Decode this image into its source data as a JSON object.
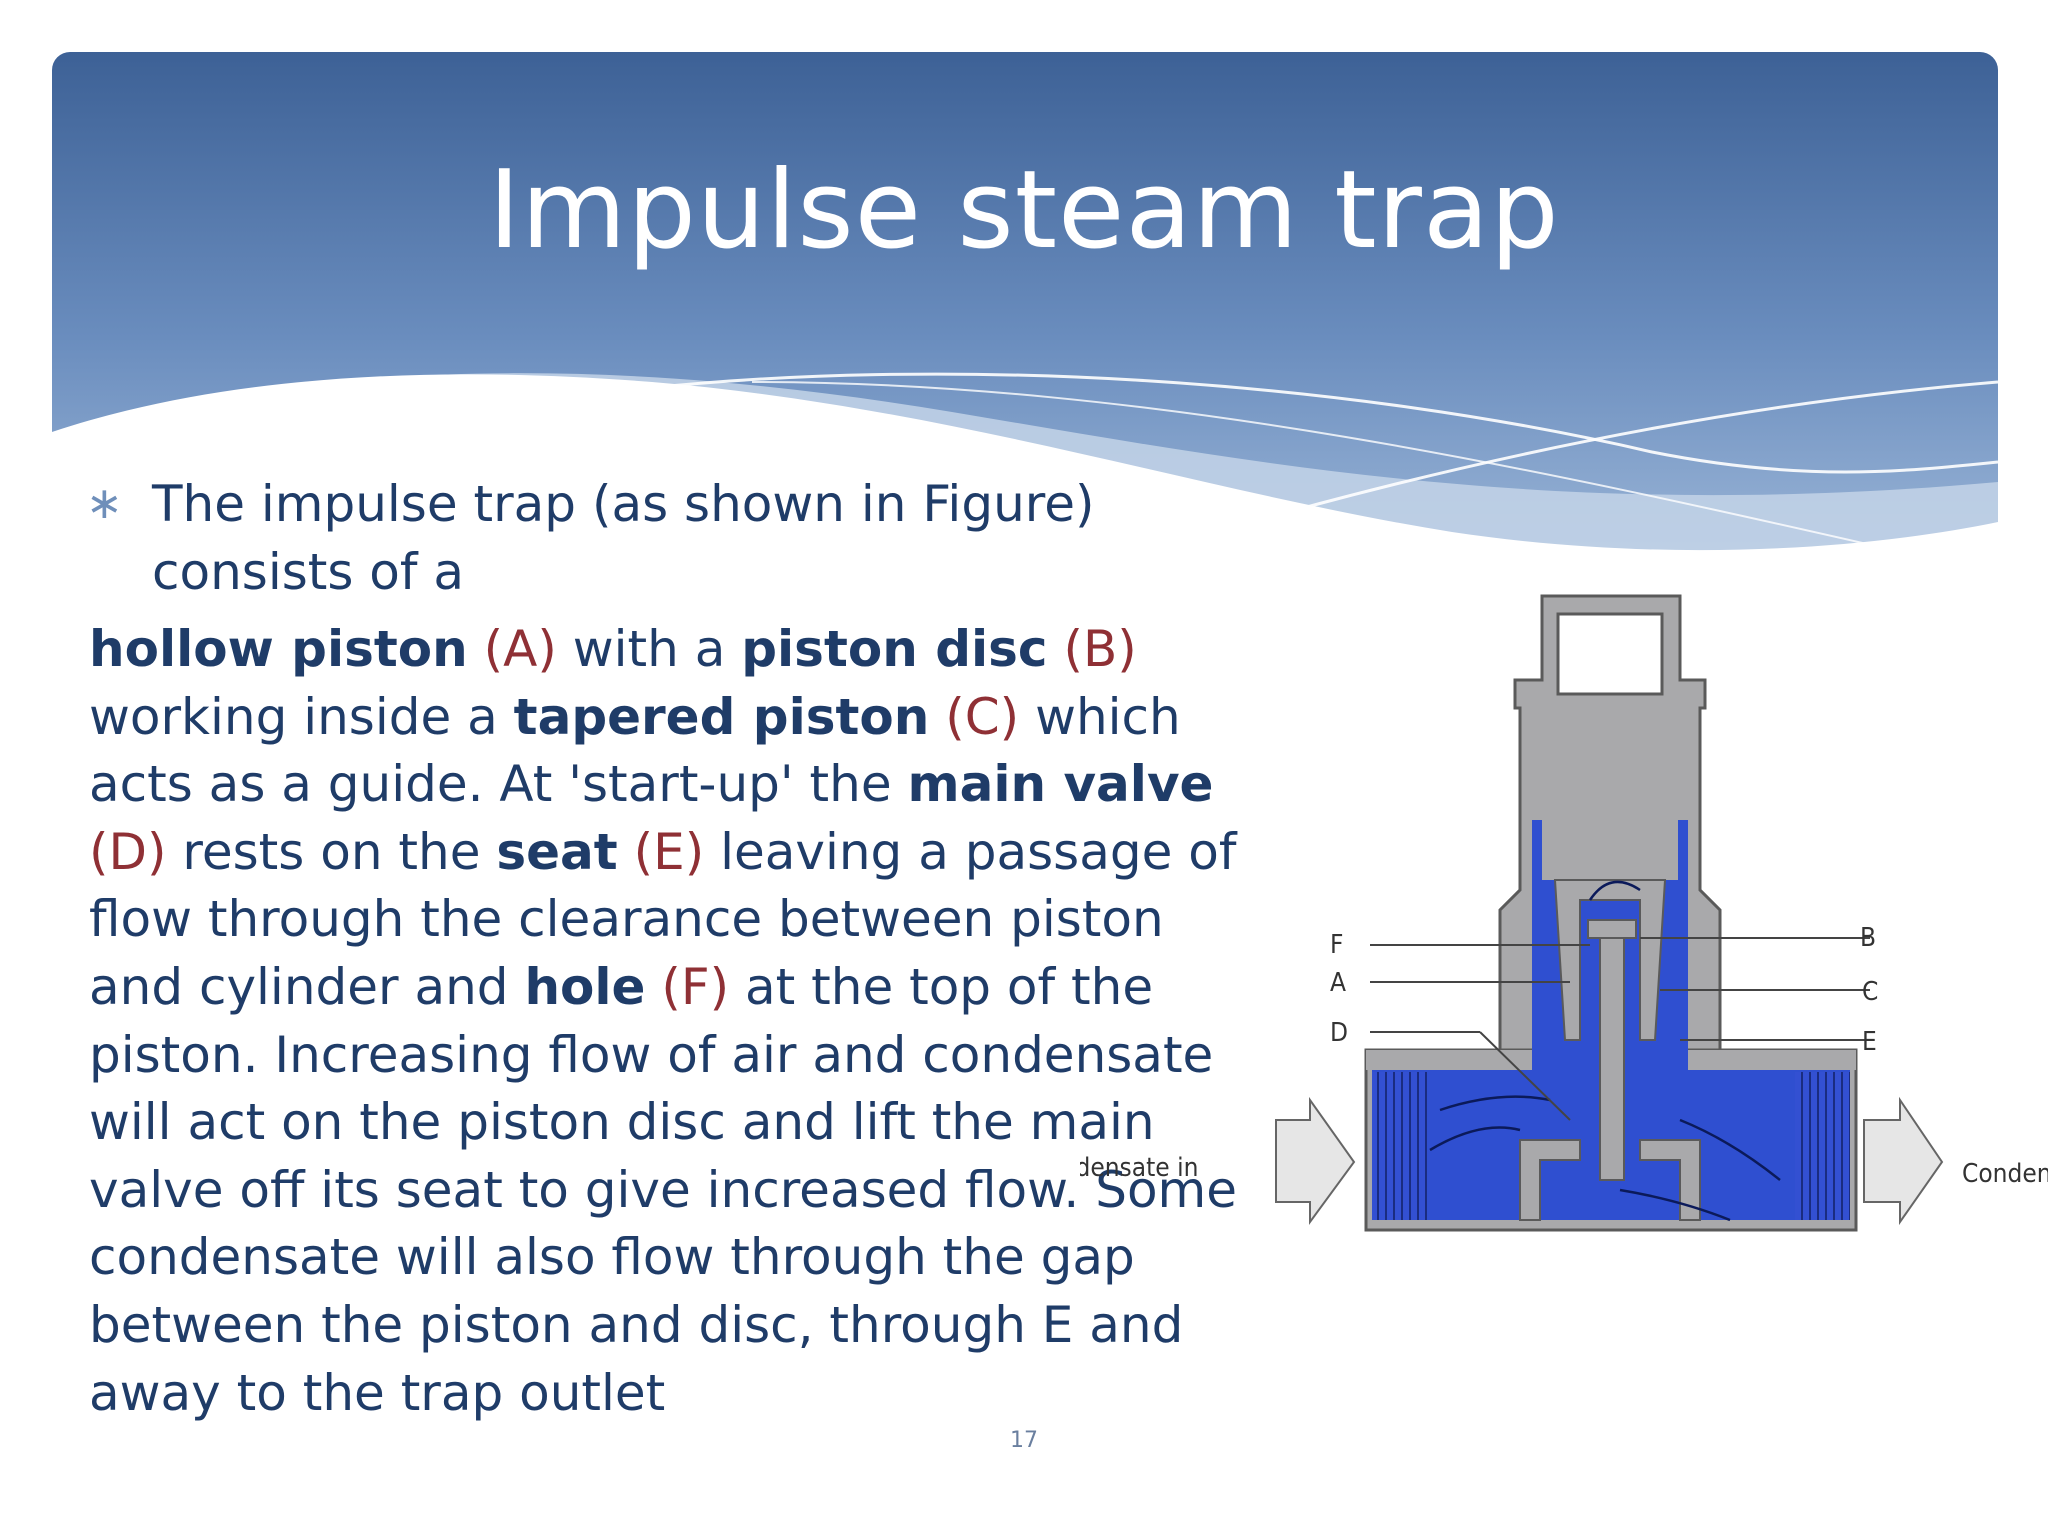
{
  "title": "Impulse steam trap",
  "bullet": {
    "mark": "∗",
    "text": "The impulse trap (as shown in Figure) consists of a"
  },
  "body": {
    "s01": "hollow piston",
    "s02": " ",
    "s03": "(A)",
    "s04": " with a ",
    "s05": "piston disc",
    "s06": " ",
    "s07": "(B)",
    "s08": " working inside a ",
    "s09": "tapered piston",
    "s10": " ",
    "s11": "(C)",
    "s12": " which acts as a guide. At 'start-up' the ",
    "s13": "main valve",
    "s14": " ",
    "s15": "(D)",
    "s16": " rests on the ",
    "s17": "seat",
    "s18": " ",
    "s19": "(E)",
    "s20": " leaving a passage of flow through the clearance between piston and cylinder and ",
    "s21": "hole",
    "s22": " ",
    "s23": "(F)",
    "s24": " at the top of the piston. Increasing flow of air and condensate will act on the piston disc and lift the main valve off its seat to give increased flow. Some condensate will also flow through the gap between the piston and disc, through E and away to the trap outlet"
  },
  "page_number": "17",
  "diagram": {
    "labels_left": [
      "F",
      "A",
      "D"
    ],
    "labels_right": [
      "B",
      "C",
      "E"
    ],
    "inlet_label": "Condensate in",
    "outlet_label": "Condens",
    "colors": {
      "body_gray": "#a9a9ab",
      "steam_blue": "#2f4fd0",
      "outline": "#5a5a5a"
    }
  },
  "colors": {
    "header_blue_top": "#3f6498",
    "header_blue_bottom": "#8aa8cf",
    "text_blue": "#1f3c68",
    "label_red": "#8f3035"
  }
}
